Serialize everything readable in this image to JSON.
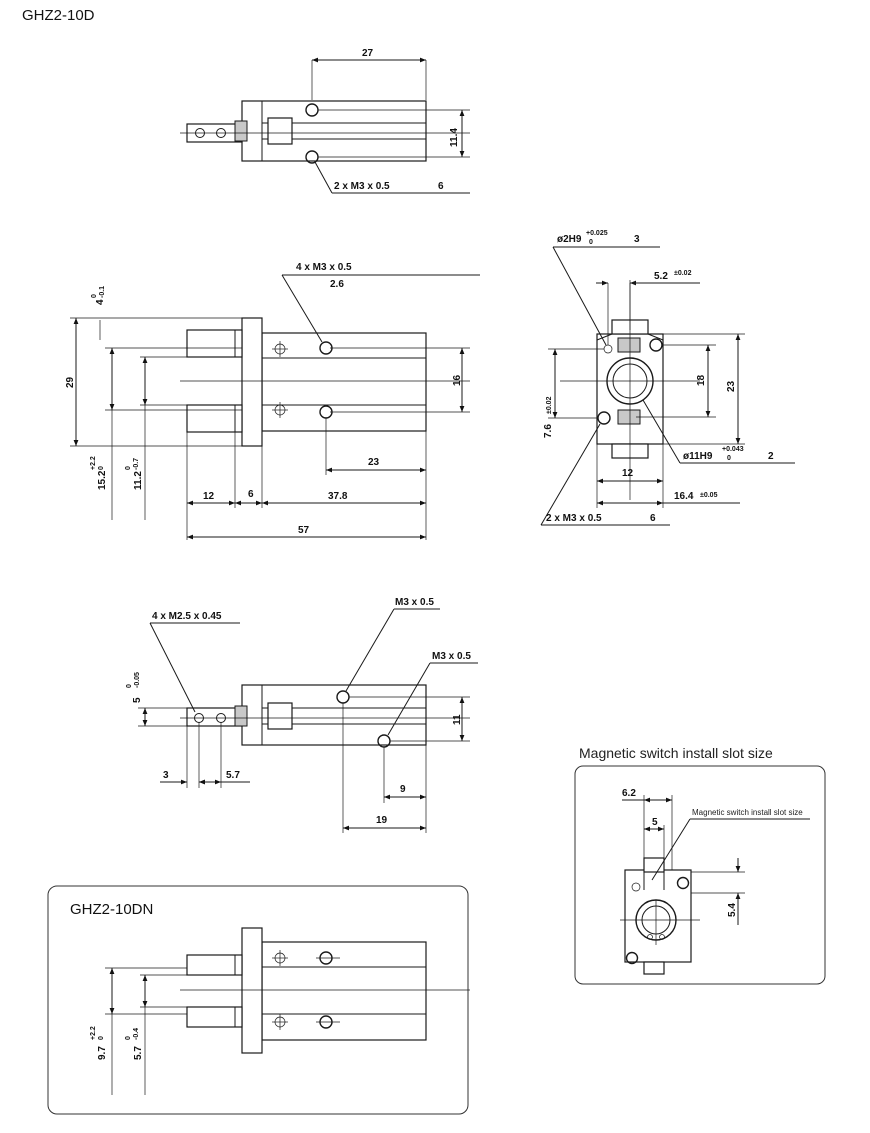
{
  "title": "GHZ2-10D",
  "top_view": {
    "dim_27": "27",
    "dim_11_4": "11.4",
    "thread": "2 x M3 x 0.5",
    "depth": "6"
  },
  "side_view": {
    "hole_callout": "4 x M3 x 0.5",
    "hole_depth": "2.6",
    "dim_4": "4",
    "tol_4_upper": "0",
    "tol_4_lower": "-0.1",
    "dim_29": "29",
    "dim_15_2": "15.2",
    "tol_15_upper": "+2.2",
    "tol_15_lower": "0",
    "dim_11_2": "11.2",
    "tol_11_upper": "0",
    "tol_11_lower": "-0.7",
    "dim_16": "16",
    "dim_23": "23",
    "dim_12": "12",
    "dim_6": "6",
    "dim_37_8": "37.8",
    "dim_57": "57"
  },
  "end_view": {
    "pin_hole": "ø2H9",
    "pin_tol_upper": "+0.025",
    "pin_tol_lower": "0",
    "pin_depth": "3",
    "dim_5_2": "5.2",
    "tol_5_2": "±0.02",
    "dim_18": "18",
    "dim_23": "23",
    "dim_7_6": "7.6",
    "tol_7_6": "±0.02",
    "bore": "ø11H9",
    "bore_tol_upper": "+0.043",
    "bore_tol_lower": "0",
    "bore_depth": "2",
    "dim_12": "12",
    "dim_16_4": "16.4",
    "tol_16_4": "±0.05",
    "thread": "2 x M3 x 0.5",
    "thread_depth": "6"
  },
  "bottom_view": {
    "jaw_holes": "4 x M2.5 x 0.45",
    "thread_a": "M3 x 0.5",
    "thread_b": "M3 x 0.5",
    "dim_5": "5",
    "tol_5_upper": "0",
    "tol_5_lower": "-0.05",
    "dim_11": "11",
    "dim_3": "3",
    "dim_5_7": "5.7",
    "dim_9": "9",
    "dim_19": "19"
  },
  "dn_panel": {
    "title": "GHZ2-10DN",
    "dim_9_7": "9.7",
    "tol_9_7_upper": "+2.2",
    "tol_9_7_lower": "0",
    "dim_5_7": "5.7",
    "tol_5_7_upper": "0",
    "tol_5_7_lower": "-0.4"
  },
  "slot_panel": {
    "title": "Magnetic switch install slot size",
    "callout": "Magnetic switch install slot size",
    "dim_6_2": "6.2",
    "dim_5": "5",
    "dim_5_4": "5.4"
  }
}
